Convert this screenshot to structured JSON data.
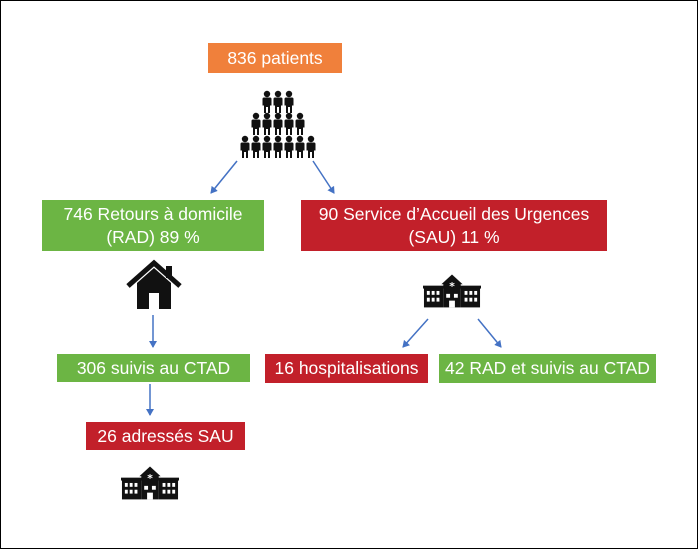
{
  "nodes": {
    "total": {
      "text": "836 patients",
      "color": "#f0803b"
    },
    "rad": {
      "line1": "746 Retours à domicile",
      "line2": "(RAD) 89 %",
      "color": "#6cb544"
    },
    "sau": {
      "line1": "90 Service d’Accueil des Urgences",
      "line2": "(SAU) 11 %",
      "color": "#c2202a"
    },
    "ctad": {
      "text": "306 suivis au CTAD",
      "color": "#6cb544"
    },
    "adresses_sau": {
      "text": "26 adressés SAU",
      "color": "#c2202a"
    },
    "hospitalisations": {
      "text": "16 hospitalisations",
      "color": "#c2202a"
    },
    "rad_ctad": {
      "text": "42 RAD et suivis au CTAD",
      "color": "#6cb544"
    }
  },
  "icons": [
    "people-group-icon",
    "house-icon",
    "hospital-icon"
  ],
  "arrow_color": "#4472c4"
}
